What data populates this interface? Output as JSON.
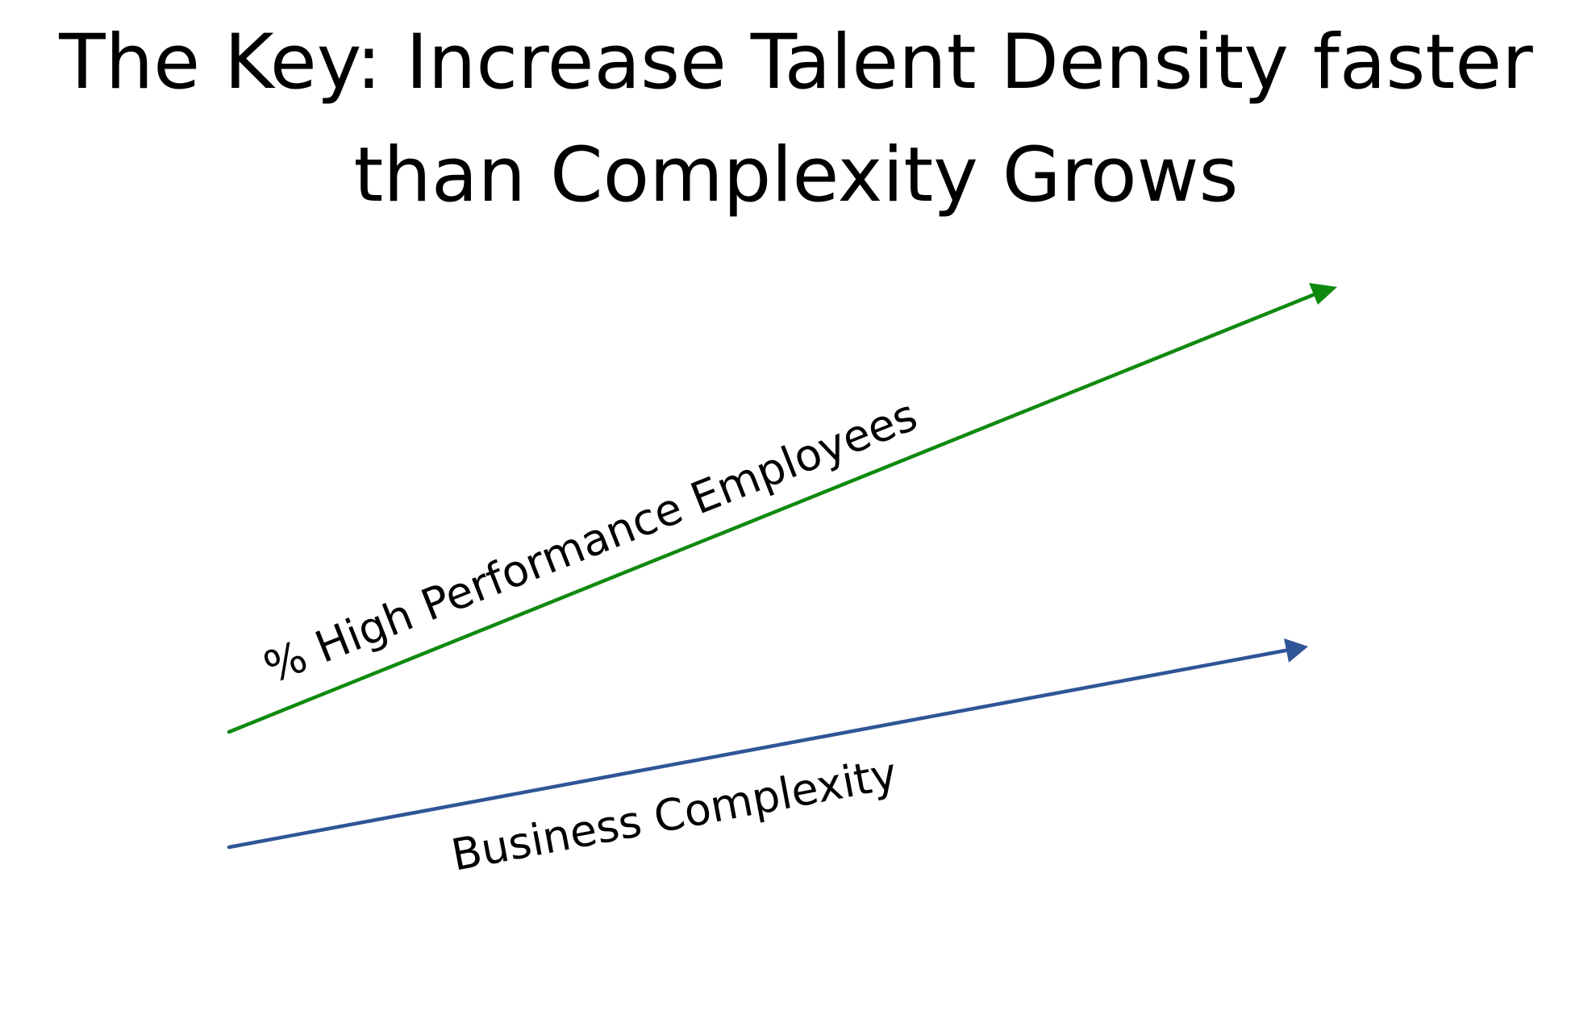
{
  "slide": {
    "title_line_1": "The Key:  Increase Talent Density faster",
    "title_line_2": "than Complexity Grows"
  },
  "arrows": [
    {
      "label": "% High Performance Employees",
      "color": "#0f8a0f"
    },
    {
      "label": "Business Complexity",
      "color": "#2f5597"
    }
  ]
}
